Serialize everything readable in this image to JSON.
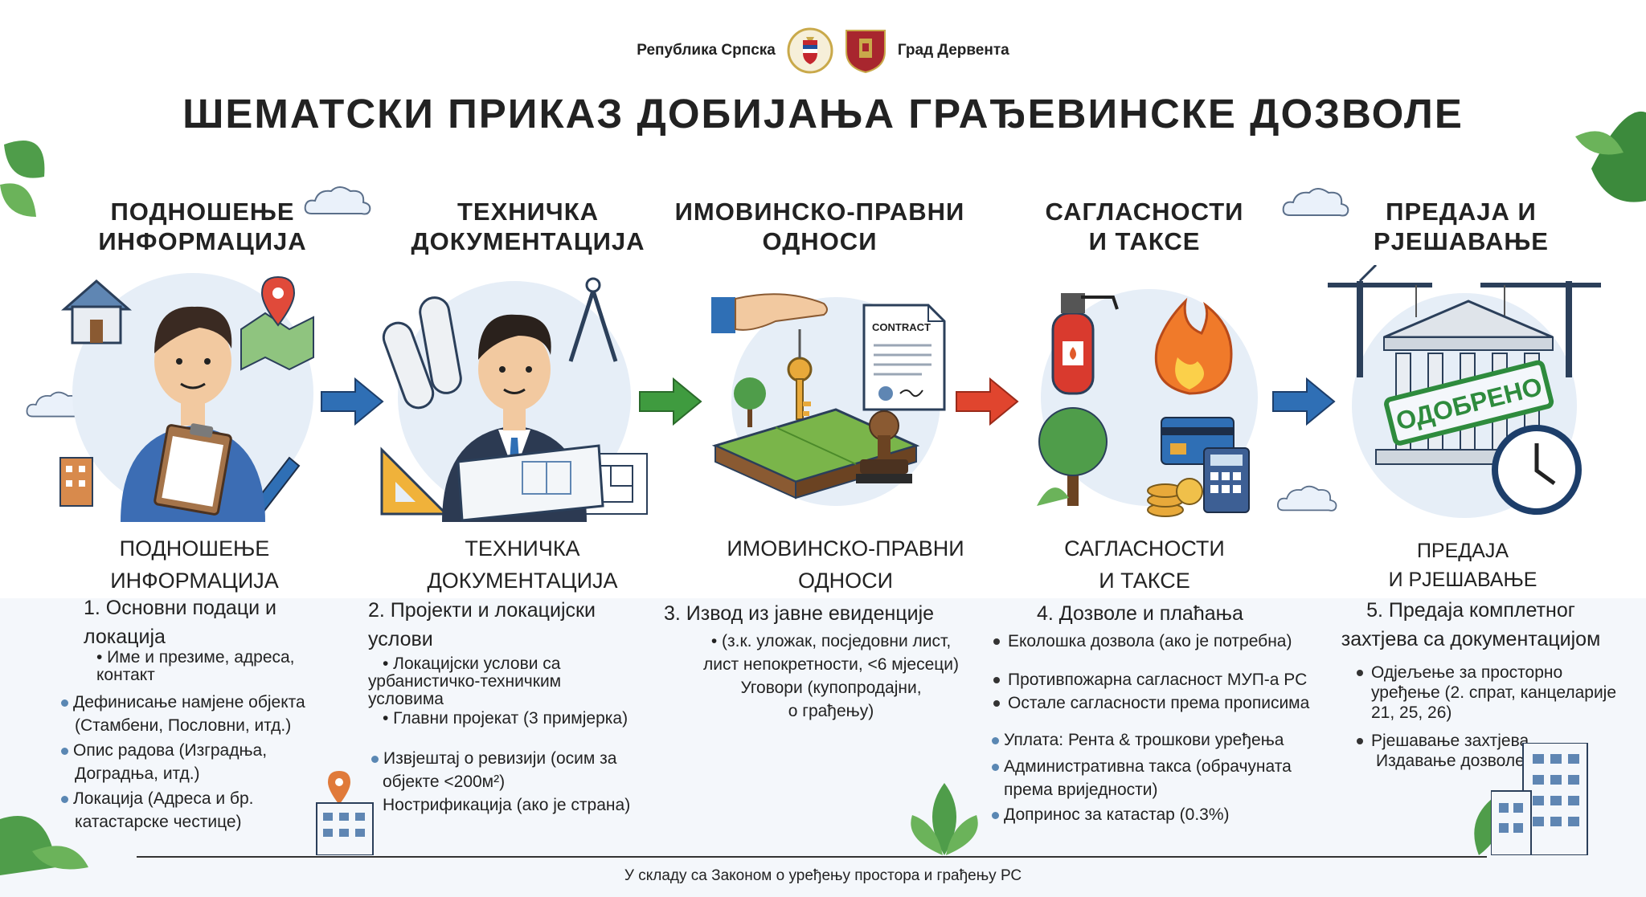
{
  "header": {
    "left_text": "Република Српска",
    "right_text": "Град Дервента"
  },
  "title": "ШЕМАТСКИ ПРИКАЗ ДОБИЈАЊА ГРАЂЕВИНСКЕ ДОЗВОЛЕ",
  "steps": [
    {
      "heading": [
        "ПОДНОШЕЊЕ",
        "ИНФОРМАЦИЈА"
      ],
      "subheading": [
        "ПОДНОШЕЊЕ",
        "ИНФОРМАЦИЈА"
      ],
      "number_title": [
        "1. Основни подаци и",
        "локација"
      ],
      "items": [
        "• Име и презиме, адреса,",
        "контакт",
        "Дефинисање намјене објекта",
        "(Стамбени, Пословни, итд.)",
        "Опис радова (Изградња,",
        "Доградња, итд.)",
        "Локација (Адреса и бр.",
        "катастарске честице)"
      ]
    },
    {
      "heading": [
        "ТЕХНИЧКА",
        "ДОКУМЕНТАЦИЈА"
      ],
      "subheading": [
        "ТЕХНИЧКА",
        "ДОКУМЕНТАЦИЈА"
      ],
      "number_title": [
        "2. Пројекти и локацијски",
        "услови"
      ],
      "items": [
        "• Локацијски услови са",
        "урбанистичко-техничким",
        "условима",
        "• Главни пројекат (3 примјерка)",
        "Извјештај о ревизији (осим за",
        "објекте <200м²)",
        "Нострификација (ако је страна)"
      ]
    },
    {
      "heading": [
        "ИМОВИНСКО-ПРАВНИ",
        "ОДНОСИ"
      ],
      "subheading": [
        "ИМОВИНСКО-ПРАВНИ",
        "ОДНОСИ"
      ],
      "number_title": [
        "3. Извод из јавне евиденције"
      ],
      "items": [
        "• (з.к. уложак, посједовни лист,",
        "лист непокретности, <6 мјесеци)",
        "Уговори (купопродајни,",
        "о грађењу)"
      ]
    },
    {
      "heading": [
        "САГЛАСНОСТИ",
        "И ТАКСЕ"
      ],
      "subheading": [
        "САГЛАСНОСТИ",
        "И ТАКСЕ"
      ],
      "number_title": [
        "4. Дозволе и плаћања"
      ],
      "items": [
        "Еколошка дозвола (ако је потребна)",
        "Противпожарна сагласност МУП-а РС",
        "Остале сагласности према прописима",
        "Уплата: Рента & трошкови уређења",
        "Административна такса (обрачуната",
        "према вриједности)",
        "Допринос за катастар (0.3%)"
      ]
    },
    {
      "heading": [
        "ПРЕДАЈА И",
        "РЈЕШАВАЊЕ"
      ],
      "subheading": [
        "ПРЕДАЈА",
        "И РЈЕШАВАЊЕ"
      ],
      "number_title": [
        "5. Предаја комплетног",
        "захтјева са документацијом"
      ],
      "items": [
        "Одјељење за просторно",
        "уређење (2. спрат, канцеларије",
        "21, 25, 26)",
        "Рјешавање захтјева",
        "Издавање дозволе"
      ]
    }
  ],
  "illustrations": {
    "contract_label": "CONTRACT",
    "stamp_label": "ОДОБРЕНО"
  },
  "footer": "У складу са Законом о уређењу простора и грађењу РС",
  "colors": {
    "arrow_blue": "#2f6fb5",
    "arrow_green": "#3f9b3f",
    "arrow_red": "#e0452e",
    "stamp_green": "#2e8b3d",
    "bullet_blue": "#5a87b3"
  }
}
